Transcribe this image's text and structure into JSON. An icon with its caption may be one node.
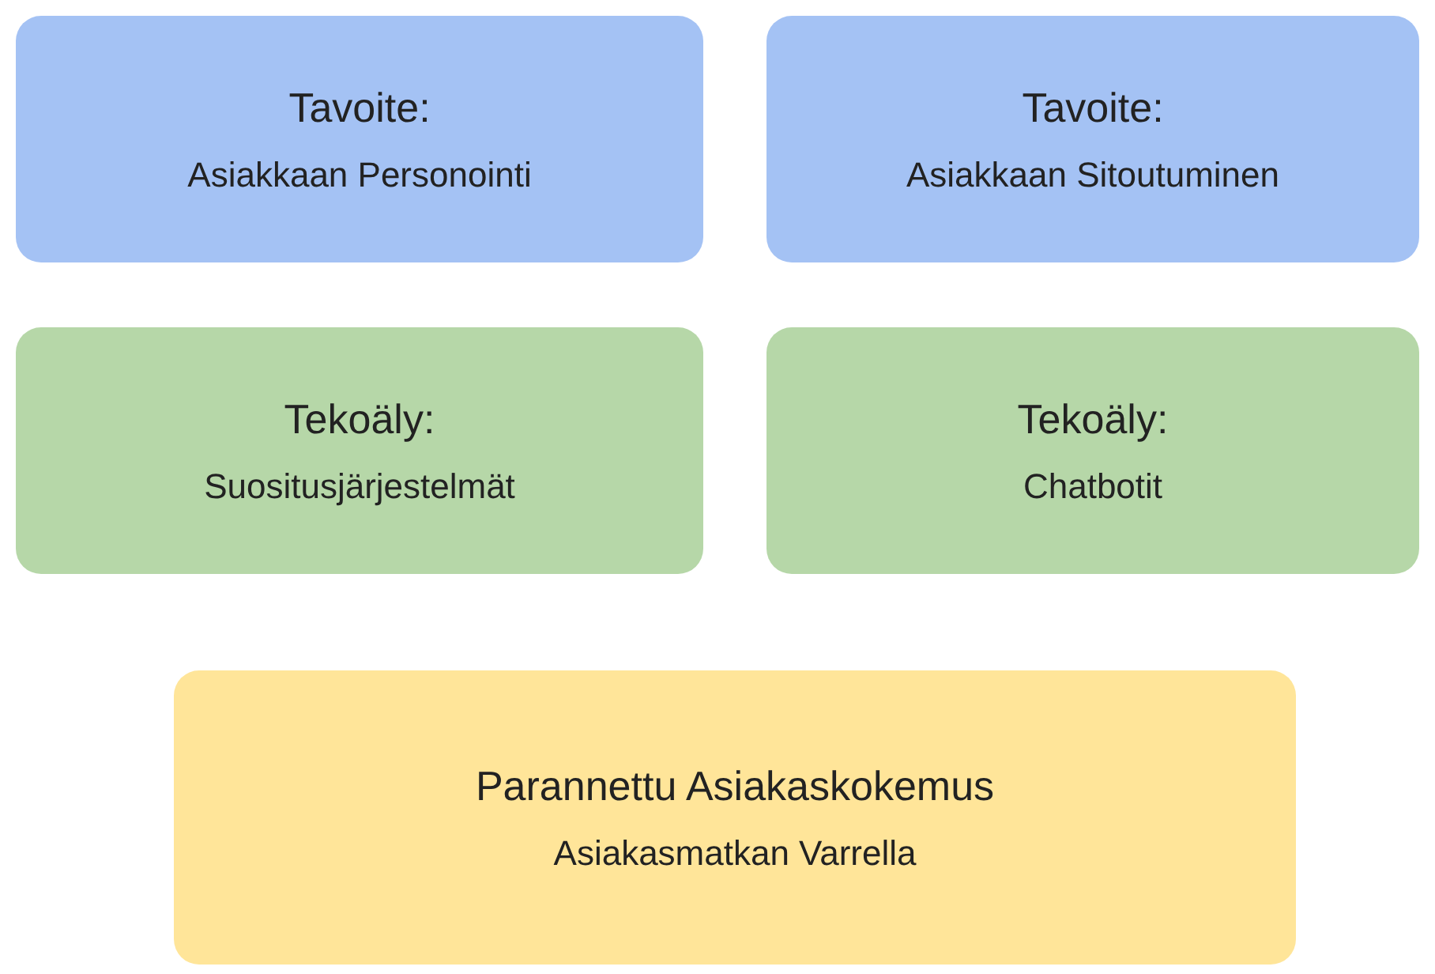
{
  "diagram": {
    "nodes": [
      {
        "text": [
          "Tavoite:",
          "Asiakkaan Personointi"
        ]
      },
      {
        "text": [
          "Tavoite:",
          "Asiakkaan Sitoutuminen"
        ]
      },
      {
        "text": [
          "Tekoäly:",
          "Suositusjärjestelmät"
        ]
      },
      {
        "text": [
          "Tekoäly:",
          "Chatbotit"
        ]
      },
      {
        "text": [
          "Parannettu Asiakaskokemus",
          "Asiakasmatkan Varrella"
        ]
      }
    ]
  }
}
